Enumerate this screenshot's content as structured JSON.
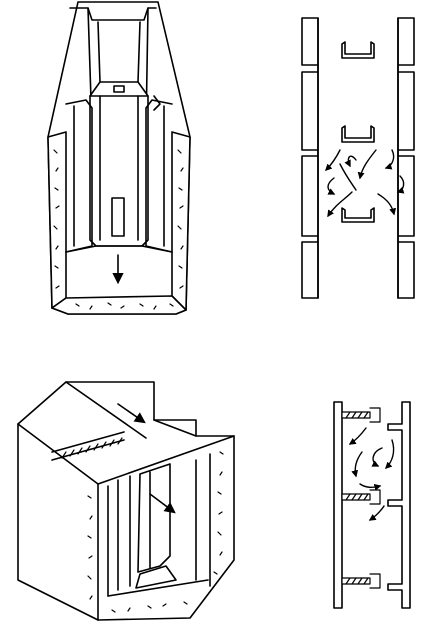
{
  "figure": {
    "panels": [
      {
        "id": "panel-1",
        "view": "isometric-cutaway",
        "arrows": 1
      },
      {
        "id": "panel-2",
        "view": "plan-section",
        "baffles": 3,
        "flow_arrows": 8
      },
      {
        "id": "panel-3",
        "view": "isometric-cutaway",
        "arrows": 2
      },
      {
        "id": "panel-4",
        "view": "plan-section",
        "baffles": 3,
        "flow_arrows": 5
      }
    ],
    "colors": {
      "line": "#000000",
      "background": "#ffffff",
      "speckle": "#000000"
    }
  }
}
